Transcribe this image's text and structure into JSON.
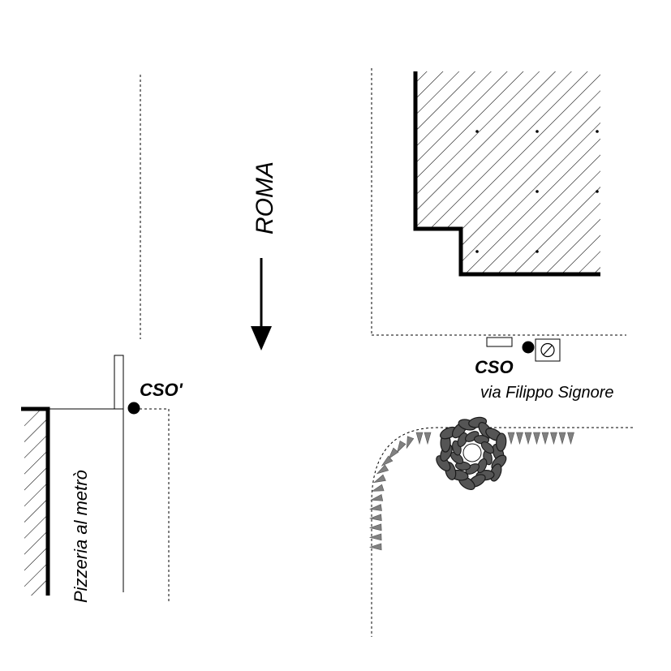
{
  "labels": {
    "street_main": "ROMA",
    "street_side": "via Filippo Signore",
    "shop": "Pizzeria al metrò",
    "stop_primary": "CSO",
    "stop_secondary": "CSO'"
  },
  "colors": {
    "ink": "#000000",
    "tree_fill": "#555555",
    "tree_stroke": "#1a1a1a",
    "tree_center": "#ffffff",
    "hedge": "#808080",
    "background": "#ffffff"
  },
  "icons": {
    "direction": "arrow-down-icon",
    "stop_marker": "stop-dot-icon",
    "sign": "no-parking-sign-icon",
    "tree": "tree-icon"
  }
}
